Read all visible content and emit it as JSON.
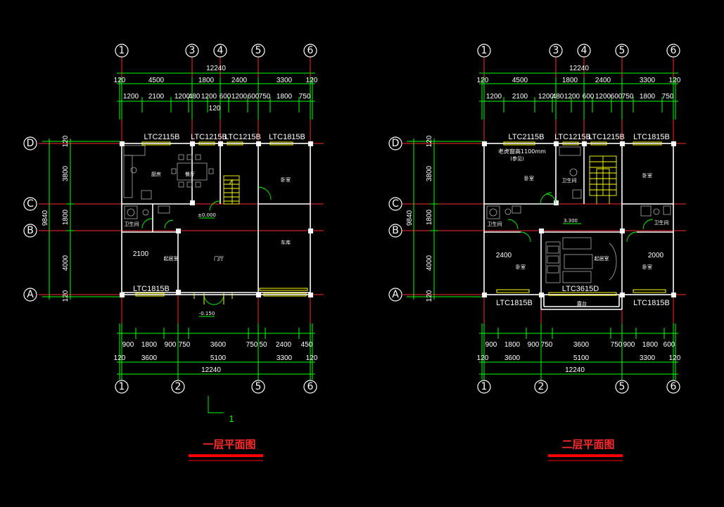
{
  "plans": [
    {
      "title": "一层平面图",
      "grid_top": [
        "1",
        "3",
        "4",
        "5",
        "6"
      ],
      "grid_bottom": [
        "1",
        "2",
        "5",
        "6"
      ],
      "grid_rows": [
        "D",
        "C",
        "B",
        "A"
      ],
      "dims_top_row1": [
        "120",
        "4500",
        "1800",
        "2400",
        "3300",
        "120"
      ],
      "dims_top_total": "12240",
      "dims_top_row2": [
        "1200",
        "2100",
        "1200",
        "480",
        "1200",
        "600",
        "1200",
        "600",
        "750",
        "1800",
        "750"
      ],
      "dims_top_extra": "120",
      "dims_bottom_row1": [
        "900",
        "1800",
        "900",
        "750",
        "3600",
        "750",
        "50",
        "2400",
        "450"
      ],
      "dims_bottom_row2": [
        "120",
        "3600",
        "5100",
        "3300",
        "120"
      ],
      "dims_bottom_total": "12240",
      "dims_left": [
        "120",
        "3800",
        "1800",
        "4000",
        "120"
      ],
      "dims_left_total": "9840",
      "windows_top": [
        "LTC2115B",
        "LTC1215B",
        "LTC1215B",
        "LTC1815B"
      ],
      "windows_bottom": [
        "LTC1815B"
      ],
      "rooms": [
        "厨房",
        "餐厅",
        "卧室",
        "车库",
        "卫生间",
        "起居室",
        "门厅"
      ],
      "labels": [
        "2100",
        "±0.000",
        "-0.150"
      ],
      "section_mark": "1"
    },
    {
      "title": "二层平面图",
      "grid_top": [
        "1",
        "3",
        "4",
        "5",
        "6"
      ],
      "grid_bottom": [
        "1",
        "2",
        "5",
        "6"
      ],
      "grid_rows": [
        "D",
        "C",
        "B",
        "A"
      ],
      "dims_top_row1": [
        "120",
        "4500",
        "1800",
        "2400",
        "3300",
        "120"
      ],
      "dims_top_total": "12240",
      "dims_top_row2": [
        "1200",
        "2100",
        "1200",
        "480",
        "1200",
        "600",
        "1200",
        "600",
        "750",
        "1800",
        "750"
      ],
      "dims_bottom_row1": [
        "900",
        "1800",
        "900",
        "750",
        "3600",
        "750",
        "900",
        "1800",
        "600"
      ],
      "dims_bottom_row2": [
        "120",
        "3600",
        "5100",
        "3300",
        "120"
      ],
      "dims_bottom_total": "12240",
      "dims_left": [
        "120",
        "3800",
        "1800",
        "4000",
        "120"
      ],
      "dims_left_total": "9840",
      "windows_top": [
        "LTC2115B",
        "LTC1215B",
        "LTC1215B",
        "LTC1815B"
      ],
      "windows_bottom": [
        "LTC1815B",
        "LTC3615D",
        "LTC1815B"
      ],
      "rooms": [
        "卧室",
        "卫生间",
        "卧室",
        "卫生间",
        "卫生间",
        "卧室",
        "起居室",
        "卧室",
        "露台"
      ],
      "labels": [
        "老虎窗高1100mm",
        "(参见)",
        "2400",
        "2000",
        "3.300"
      ]
    }
  ],
  "colors": {
    "axis": "#ff2a2a",
    "dimension": "#00ff00",
    "wall": "#ffffff",
    "window": "#ffff00",
    "title": "#ff2a2a",
    "background": "#000000"
  }
}
